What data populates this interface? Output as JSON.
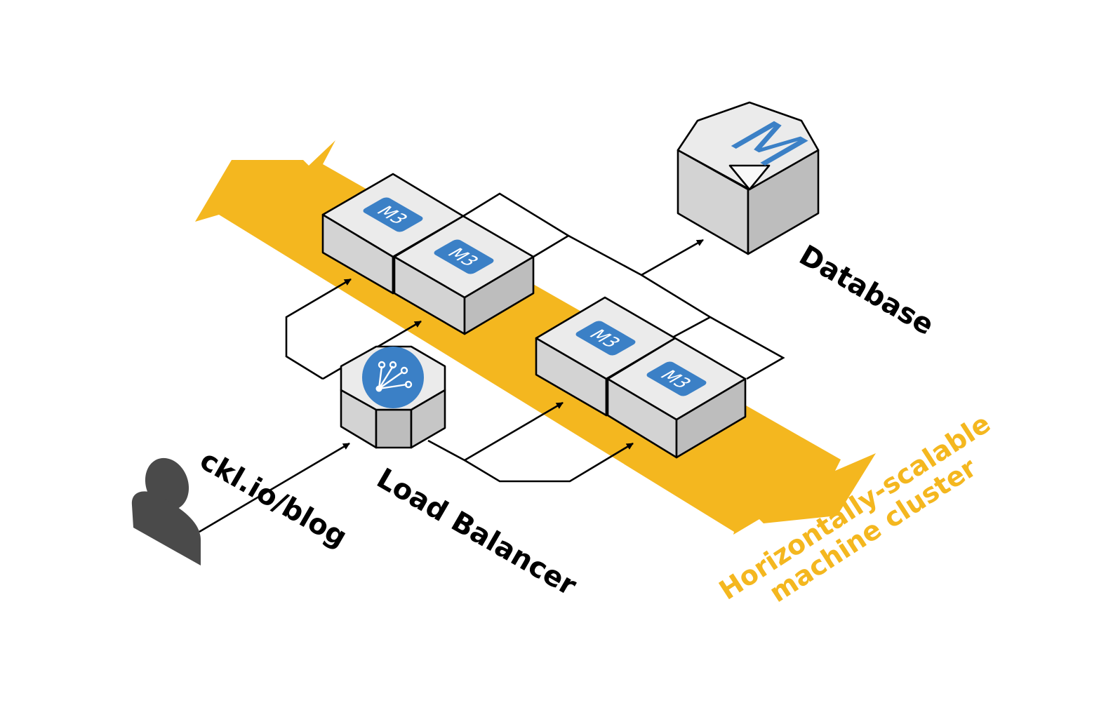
{
  "labels": {
    "database": "Database",
    "load_balancer": "Load Balancer",
    "url": "ckl.io/blog",
    "cluster_line1": "Horizontally-scalable",
    "cluster_line2": "machine cluster"
  },
  "nodes": {
    "machine_badge": "M3",
    "database_badge": "M"
  },
  "colors": {
    "accent": "#F4B71F",
    "badge": "#3B80C6",
    "box_top": "#EBEBEB",
    "box_left": "#D3D3D3",
    "box_right": "#BDBDBD",
    "user": "#4A4A4A"
  },
  "icons": [
    "user-icon",
    "load-balancer-icon",
    "database-icon",
    "machine-icon"
  ]
}
